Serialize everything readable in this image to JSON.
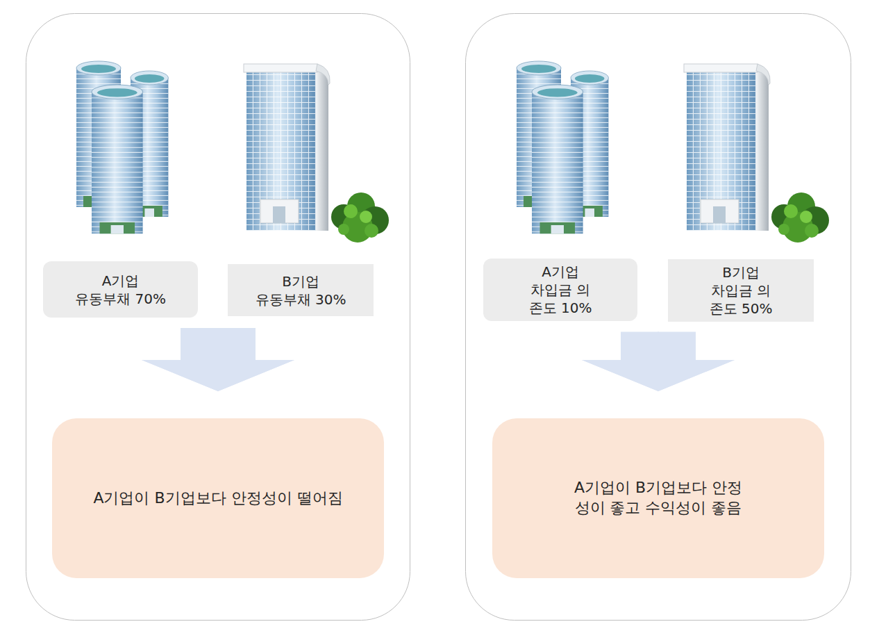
{
  "diagram": {
    "nodes": [
      {
        "text": [
          "A기업",
          "유동부채 70%"
        ]
      },
      {
        "text": [
          "B기업",
          "유동부채 30%"
        ]
      },
      {
        "text": [
          "A기업이 B기업보다 안정성이 떨어짐"
        ]
      },
      {
        "text": [
          "A기업",
          "차입금 의존도 10%"
        ]
      },
      {
        "text": [
          "B기업",
          "차입금 의존도 50%"
        ]
      },
      {
        "text": [
          "A기업이 B기업보다 안정성이 좋고 수익성이 좋음"
        ]
      }
    ],
    "edges": [
      {
        "from": 0,
        "to": 2,
        "arrow": "to"
      },
      {
        "from": 1,
        "to": 2,
        "arrow": "to"
      },
      {
        "from": 3,
        "to": 5,
        "arrow": "to"
      },
      {
        "from": 4,
        "to": 5,
        "arrow": "to"
      }
    ]
  }
}
